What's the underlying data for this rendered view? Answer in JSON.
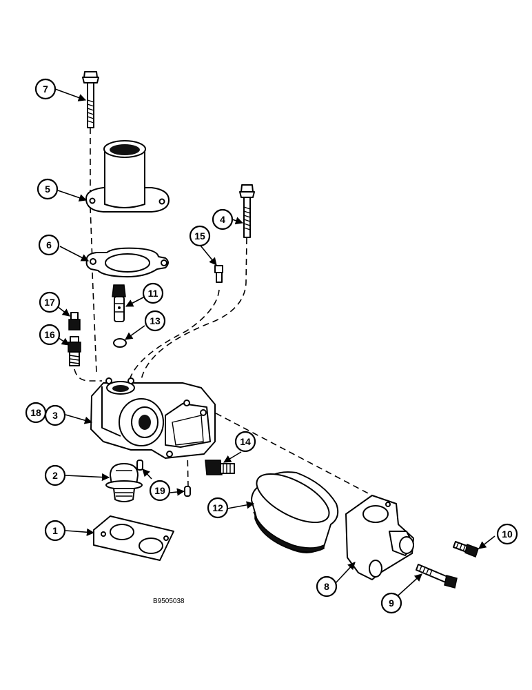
{
  "diagram": {
    "reference_code": "B9505038",
    "callouts": [
      {
        "label": "1"
      },
      {
        "label": "2"
      },
      {
        "label": "3"
      },
      {
        "label": "4"
      },
      {
        "label": "5"
      },
      {
        "label": "6"
      },
      {
        "label": "7"
      },
      {
        "label": "8"
      },
      {
        "label": "9"
      },
      {
        "label": "10"
      },
      {
        "label": "11"
      },
      {
        "label": "12"
      },
      {
        "label": "13"
      },
      {
        "label": "14"
      },
      {
        "label": "15"
      },
      {
        "label": "16"
      },
      {
        "label": "17"
      },
      {
        "label": "18"
      },
      {
        "label": "19"
      }
    ]
  }
}
